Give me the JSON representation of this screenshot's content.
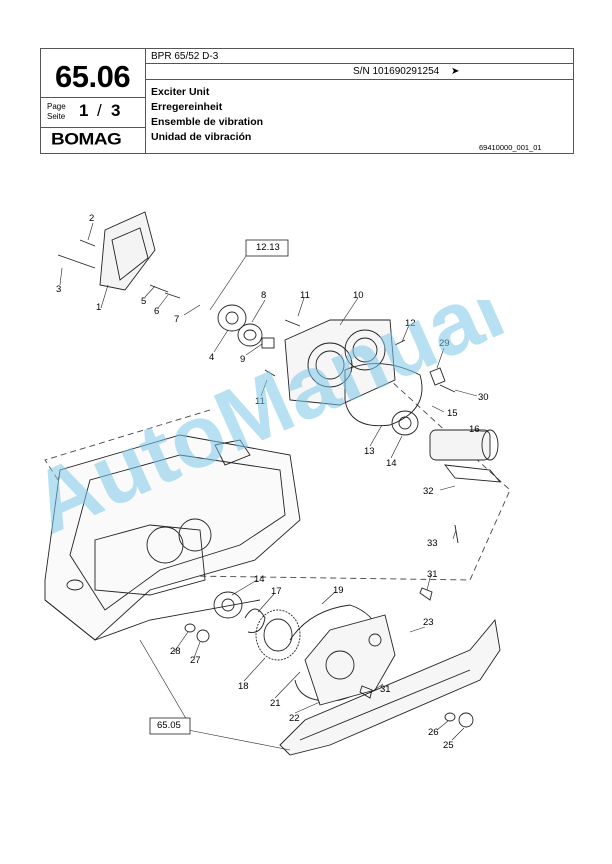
{
  "header": {
    "section_number": "65.06",
    "page_label_1": "Page",
    "page_label_2": "Seite",
    "page_current": "1",
    "page_sep": "/",
    "page_total": "3",
    "logo_text": "BOMAG",
    "model": "BPR 65/52 D-3",
    "serial": "S/N 101690291254",
    "serial_arrow": "➤",
    "title_en": "Exciter Unit",
    "title_de": "Erregereinheit",
    "title_fr": "Ensemble de vibration",
    "title_es": "Unidad de vibración",
    "drawing_code": "69410000_001_01"
  },
  "watermark": {
    "text": "AutoManual",
    "color": "#7cc6ea"
  },
  "diagram": {
    "ref_boxes": [
      "12.13",
      "65.05"
    ],
    "callouts": [
      "1",
      "2",
      "3",
      "4",
      "5",
      "6",
      "7",
      "8",
      "9",
      "10",
      "11",
      "11",
      "12",
      "13",
      "14",
      "14",
      "15",
      "16",
      "17",
      "18",
      "19",
      "21",
      "22",
      "23",
      "25",
      "26",
      "27",
      "28",
      "29",
      "30",
      "31",
      "31",
      "32",
      "33"
    ]
  }
}
